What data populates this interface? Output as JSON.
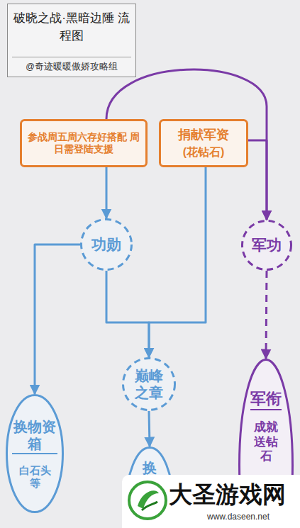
{
  "diagram": {
    "title": "破晓之战·黑暗边陲 流程图",
    "nodes": [
      {
        "text": [
          "参战周五周六存好搭配 周日需登陆支援"
        ]
      },
      {
        "text": [
          "捐献军资",
          "(花钻石)"
        ]
      },
      {
        "text": [
          "功勋"
        ]
      },
      {
        "text": [
          "军功"
        ]
      },
      {
        "text": [
          "巅峰之章"
        ]
      },
      {
        "text": [
          "换物资箱",
          "白石头等"
        ]
      },
      {
        "text": [
          "换"
        ]
      },
      {
        "text": [
          "军衔",
          "成就送钻石"
        ]
      }
    ],
    "edges": [
      {
        "from": 0,
        "to": 2,
        "arrow": "to"
      },
      {
        "from": 0,
        "to": 3,
        "arrow": "to"
      },
      {
        "from": 1,
        "to": 3,
        "arrow": "to"
      },
      {
        "from": 2,
        "to": 5,
        "arrow": "to"
      },
      {
        "from": 2,
        "to": 4,
        "arrow": "to"
      },
      {
        "from": 1,
        "to": 4,
        "arrow": "to"
      },
      {
        "from": 4,
        "to": 6,
        "arrow": "to"
      },
      {
        "from": 3,
        "to": 7,
        "arrow": "to"
      }
    ],
    "labels": [
      "@奇迹暖暖傲娇攻略组",
      "大圣游戏网",
      "www.daseen.net"
    ]
  }
}
